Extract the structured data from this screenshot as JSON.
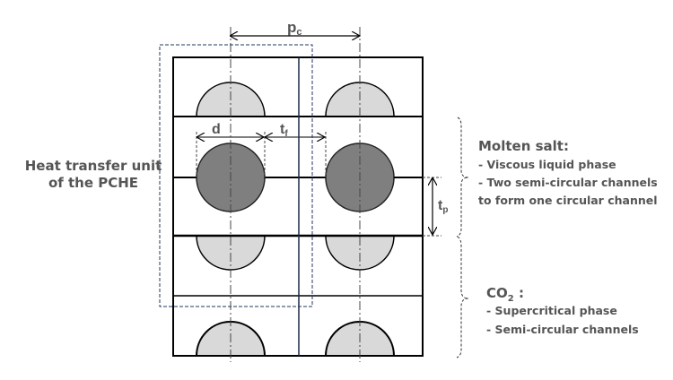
{
  "labels": {
    "unit_line1": "Heat transfer unit",
    "unit_line2": "of the PCHE",
    "pc_main": "p",
    "pc_sub": "c",
    "d": "d",
    "tf_main": "t",
    "tf_sub": "f",
    "tp_main": "t",
    "tp_sub": "p"
  },
  "molten_salt": {
    "title": "Molten salt:",
    "lines": [
      "- Viscous liquid phase",
      "- Two semi-circular channels",
      "to form one circular channel"
    ]
  },
  "co2": {
    "title_main": "CO",
    "title_sub": "2",
    "title_suffix": " :",
    "lines": [
      "- Supercritical phase",
      "- Semi-circular channels"
    ]
  },
  "colors": {
    "outline": "#000000",
    "semi_fill": "#d9d9d9",
    "circle_fill": "#7f7f7f",
    "text": "#555555",
    "dashed_box": "#1f3a5f"
  }
}
